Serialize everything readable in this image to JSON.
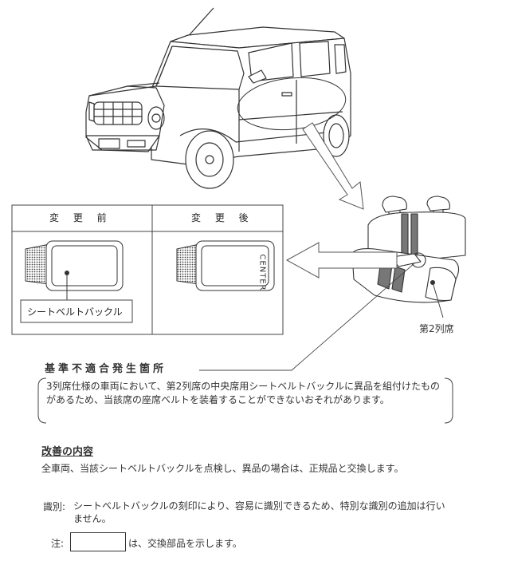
{
  "comparison": {
    "before_header": "変 更 前",
    "after_header": "変 更 後",
    "buckle_label": "シートベルトバックル",
    "center_mark": "CENTER"
  },
  "seat": {
    "row_label": "第2列席"
  },
  "issue": {
    "title": "基準不適合発生箇所",
    "description": "3列席仕様の車両において、第2列席の中央席用シートベルトバックルに異品を組付けたものがあるため、当該席の座席ベルトを装着することができないおそれがあります。"
  },
  "improvement": {
    "title": "改善の内容",
    "text": "全車両、当該シートベルトバックルを点検し、異品の場合は、正規品と交換します。"
  },
  "identification": {
    "label": "識別:",
    "text": "シートベルトバックルの刻印により、容易に識別できるため、特別な識別の追加は行いません。"
  },
  "note": {
    "label": "注:",
    "text": "は、交換部品を示します。"
  },
  "colors": {
    "line": "#333333",
    "fabric": "#555555",
    "background": "#ffffff"
  }
}
